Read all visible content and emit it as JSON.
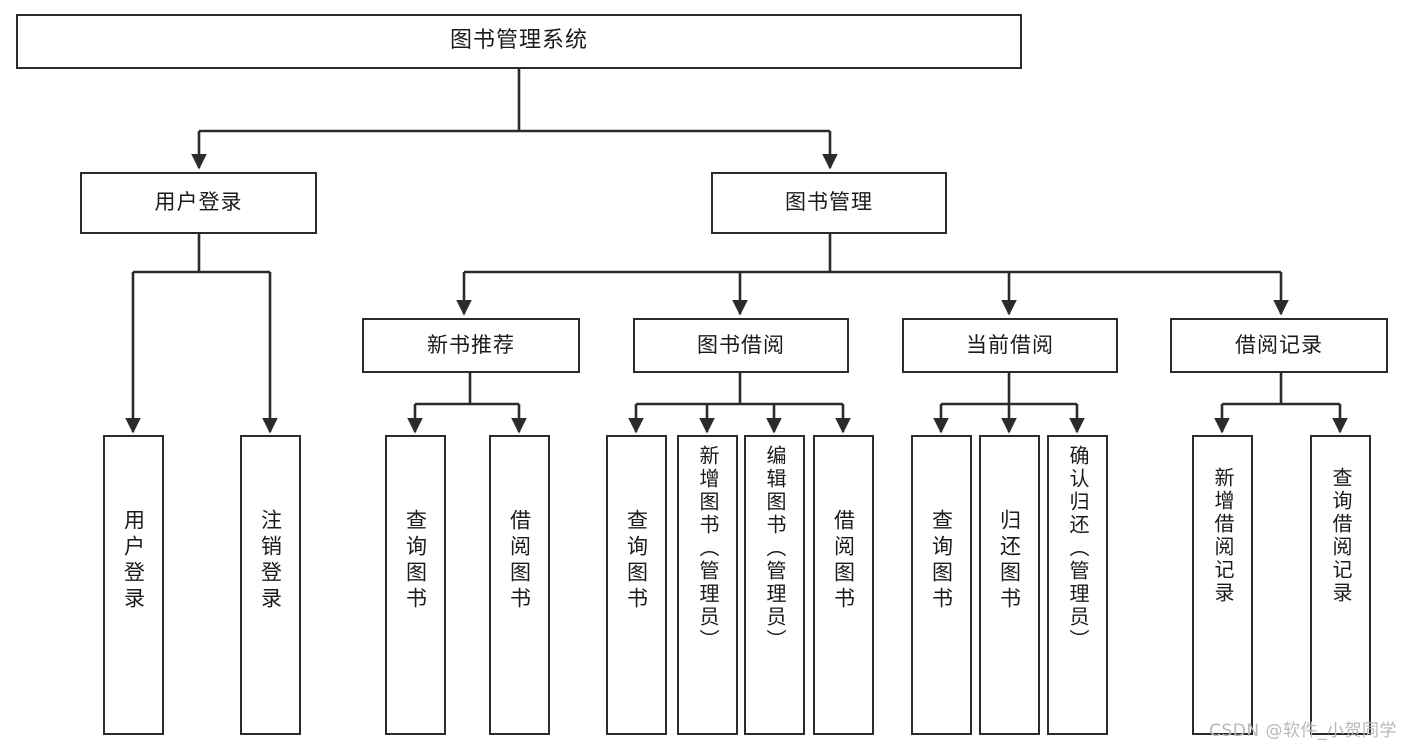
{
  "diagram": {
    "title": "图书管理系统",
    "type": "tree-hierarchy",
    "watermark": "CSDN @软件_小贺同学",
    "colors": {
      "stroke": "#2b2b2b",
      "fill": "#ffffff",
      "text": "#1b1b1b",
      "watermark": "#b9b9b9"
    },
    "levels": {
      "root": {
        "label": "图书管理系统"
      },
      "level1": [
        {
          "label": "用户登录"
        },
        {
          "label": "图书管理"
        }
      ],
      "level2": [
        {
          "label": "新书推荐"
        },
        {
          "label": "图书借阅"
        },
        {
          "label": "当前借阅"
        },
        {
          "label": "借阅记录"
        }
      ],
      "leaves": {
        "user_login": [
          {
            "label": "用户登录"
          },
          {
            "label": "注销登录"
          }
        ],
        "new_book_recommend": [
          {
            "label": "查询图书"
          },
          {
            "label": "借阅图书"
          }
        ],
        "book_borrow": [
          {
            "label": "查询图书"
          },
          {
            "label": "新增图书（管理员）"
          },
          {
            "label": "编辑图书（管理员）"
          },
          {
            "label": "借阅图书"
          }
        ],
        "current_borrow": [
          {
            "label": "查询图书"
          },
          {
            "label": "归还图书"
          },
          {
            "label": "确认归还（管理员）"
          }
        ],
        "borrow_record": [
          {
            "label": "新增借阅记录"
          },
          {
            "label": "查询借阅记录"
          }
        ]
      }
    }
  }
}
